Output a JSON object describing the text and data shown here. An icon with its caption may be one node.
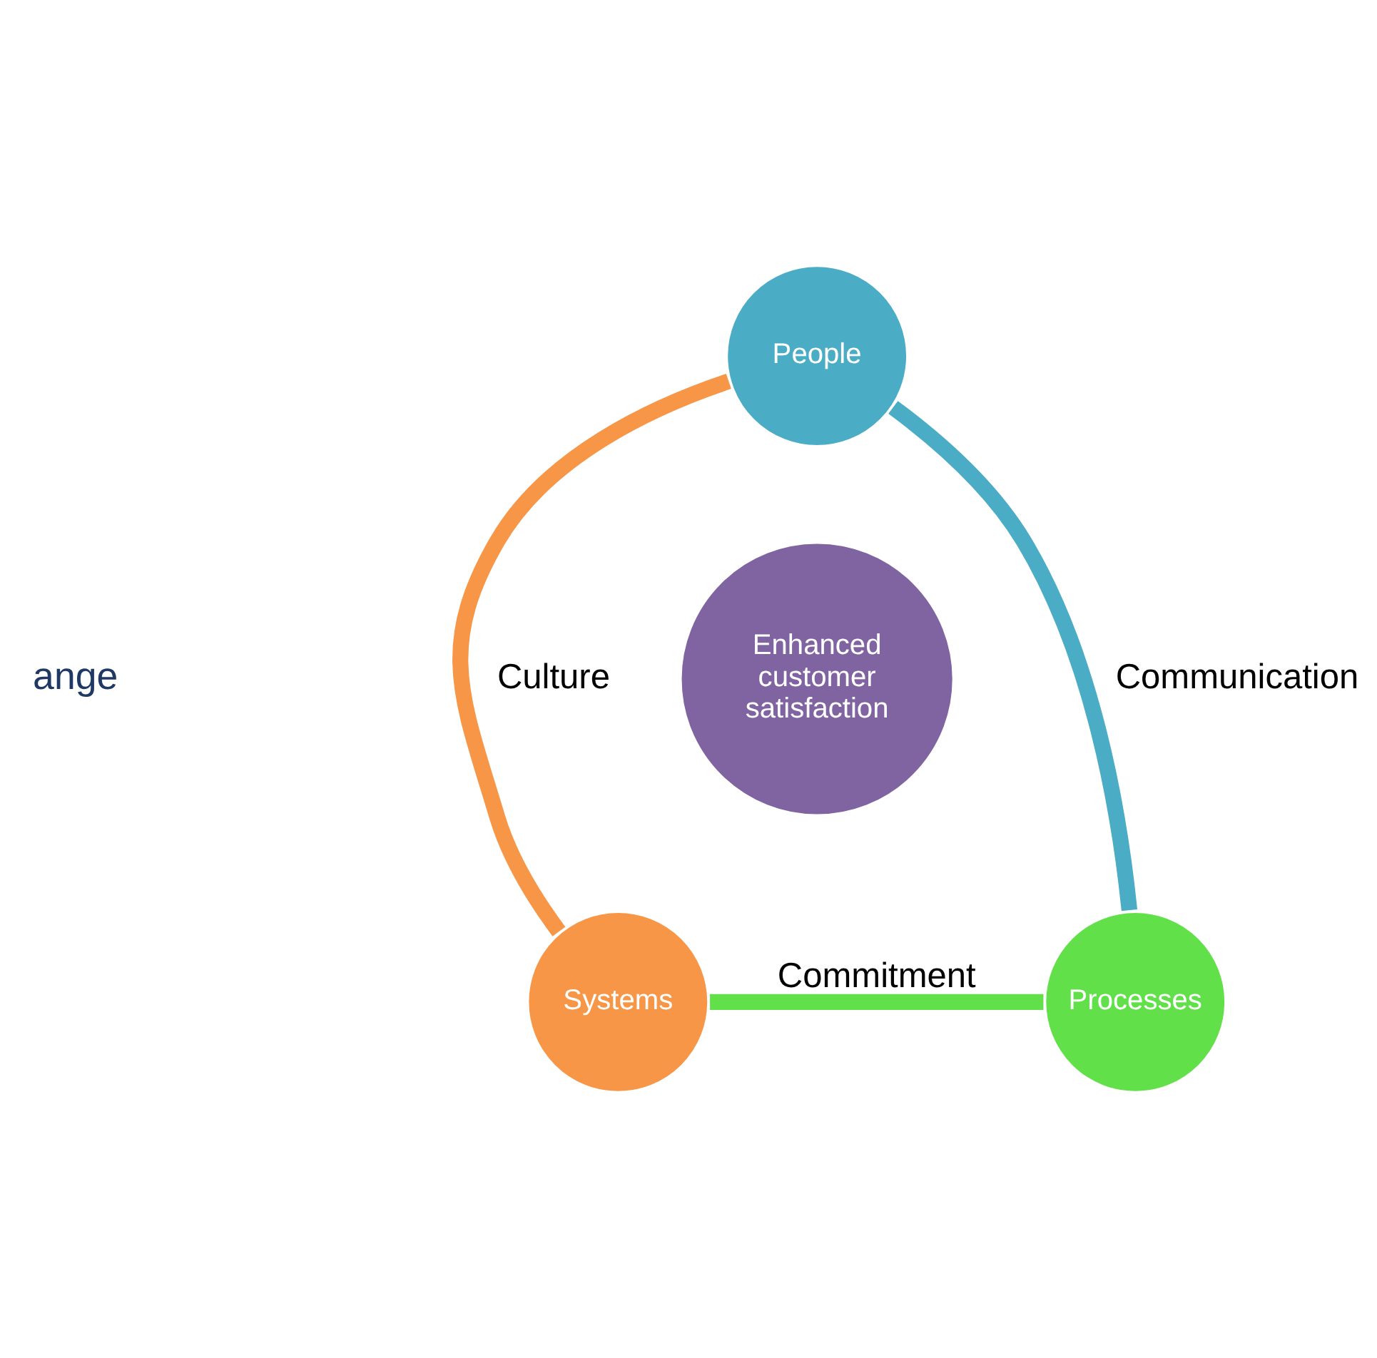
{
  "diagram": {
    "nodes": [
      {
        "text": [
          "People"
        ]
      },
      {
        "text": [
          "Enhanced customer satisfaction"
        ]
      },
      {
        "text": [
          "Systems"
        ]
      },
      {
        "text": [
          "Processes"
        ]
      }
    ],
    "edges": [
      {
        "from": 2,
        "to": 0,
        "arrow": "none",
        "label": "Culture",
        "color": "#f79646"
      },
      {
        "from": 0,
        "to": 3,
        "arrow": "none",
        "label": "Communication",
        "color": "#4bacc6"
      },
      {
        "from": 3,
        "to": 2,
        "arrow": "none",
        "label": "Commitment",
        "color": "#62e04a"
      }
    ],
    "labels": [
      "ange"
    ]
  }
}
